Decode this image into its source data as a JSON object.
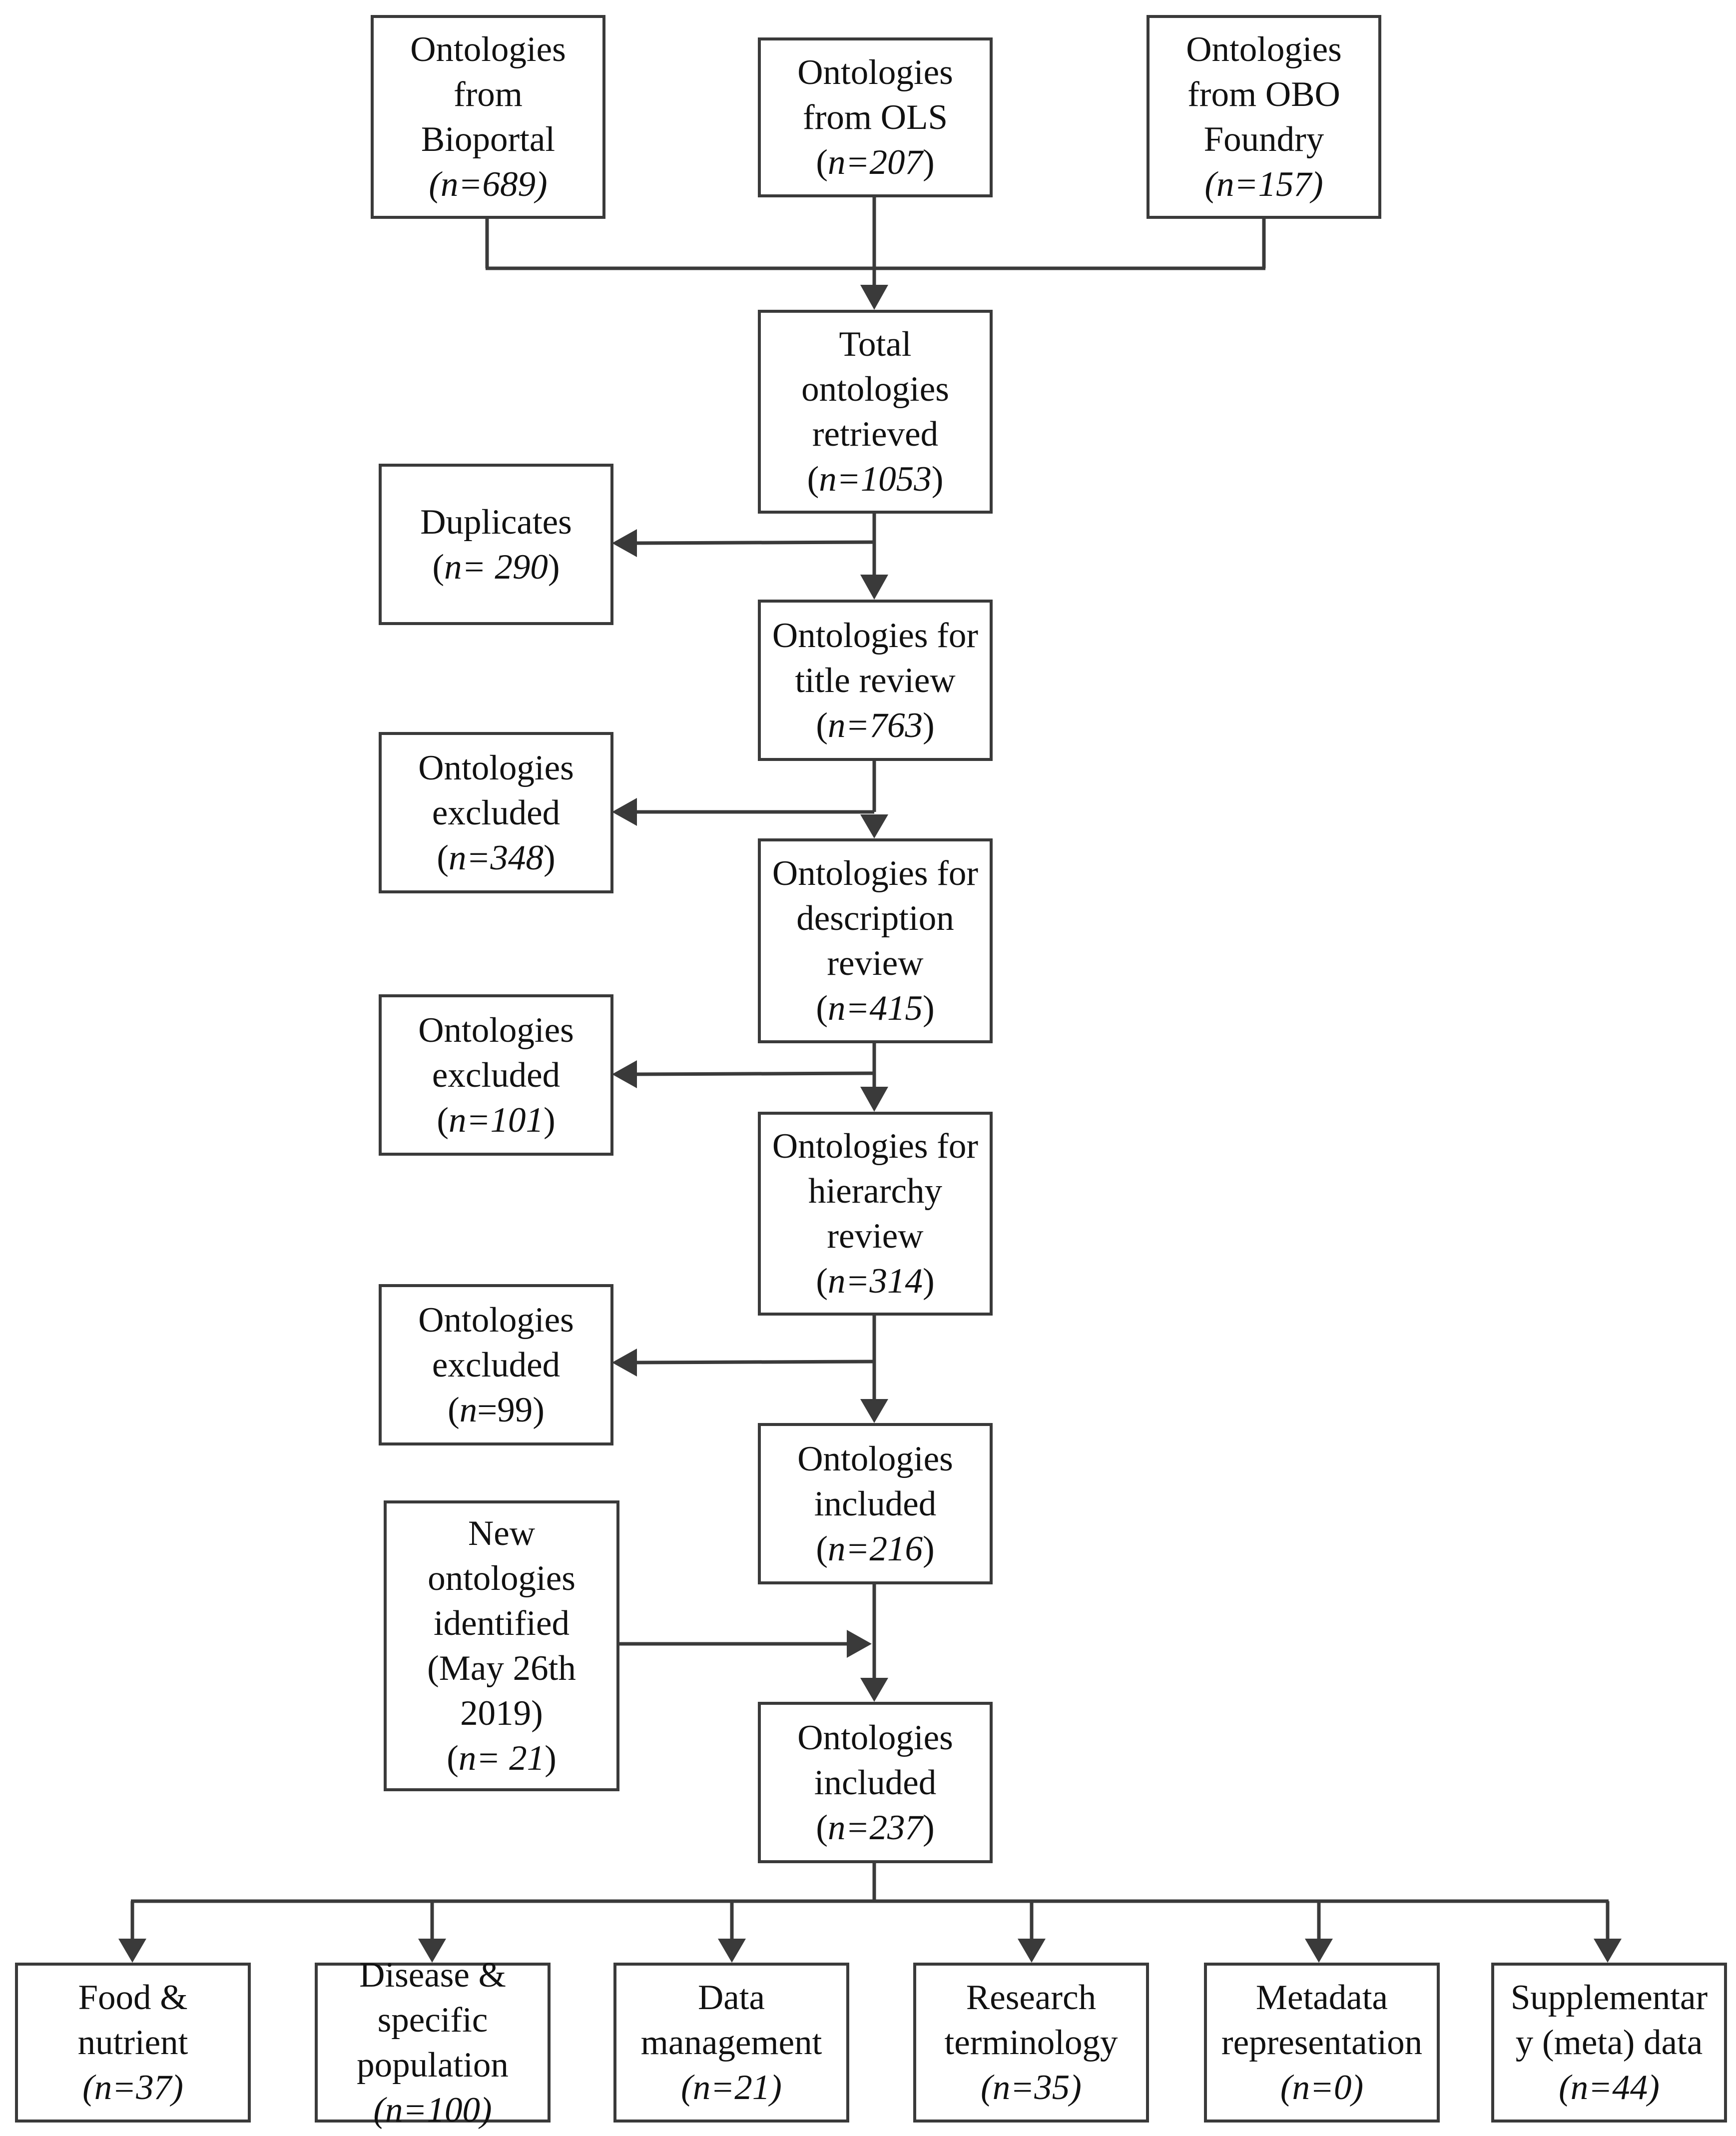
{
  "sources": {
    "bioportal": {
      "lines": [
        "Ontologies",
        "from",
        "Bioportal"
      ],
      "count": "(n=689)"
    },
    "ols": {
      "lines": [
        "Ontologies",
        "from OLS"
      ],
      "count_open": "(",
      "count_var": "n=207",
      "count_close": ")"
    },
    "obo": {
      "lines": [
        "Ontologies",
        "from OBO",
        "Foundry"
      ],
      "count": "(n=157)"
    }
  },
  "flow": {
    "total": {
      "lines": [
        "Total",
        "ontologies",
        "retrieved"
      ],
      "count_open": "(",
      "count_var": "n=1053",
      "count_close": ")"
    },
    "duplicates": {
      "lines": [
        "Duplicates"
      ],
      "count_open": "(",
      "count_var": "n= 290",
      "count_close": ")"
    },
    "title_review": {
      "lines": [
        "Ontologies for",
        "title review"
      ],
      "count_open": "(",
      "count_var": "n=763",
      "count_close": ")"
    },
    "excluded_1": {
      "lines": [
        "Ontologies",
        "excluded"
      ],
      "count_open": "(",
      "count_var": "n=348",
      "count_close": ")"
    },
    "description_review": {
      "lines": [
        "Ontologies for",
        "description",
        "review"
      ],
      "count_open": "(",
      "count_var": "n=415",
      "count_close": ")"
    },
    "excluded_2": {
      "lines": [
        "Ontologies",
        "excluded"
      ],
      "count_open": "(",
      "count_var": "n=101",
      "count_close": ")"
    },
    "hierarchy_review": {
      "lines": [
        "Ontologies for",
        "hierarchy",
        "review"
      ],
      "count_open": "(",
      "count_var": "n=314",
      "count_close": ")"
    },
    "excluded_3": {
      "lines": [
        "Ontologies",
        "excluded"
      ],
      "count_open": "(",
      "count_var": "n",
      "count_close": "=99)"
    },
    "included_1": {
      "lines": [
        "Ontologies",
        "included"
      ],
      "count_open": "(",
      "count_var": "n=216",
      "count_close": ")"
    },
    "new_ontologies": {
      "lines": [
        "New",
        "ontologies",
        "identified",
        "(May 26th",
        "2019)"
      ],
      "count_open": "(",
      "count_var": "n= 21",
      "count_close": ")"
    },
    "included_2": {
      "lines": [
        "Ontologies",
        "included"
      ],
      "count_open": "(",
      "count_var": "n=237",
      "count_close": ")"
    }
  },
  "categories": [
    {
      "lines": [
        "Food &",
        "nutrient"
      ],
      "count": "(n=37)"
    },
    {
      "lines": [
        "Disease &",
        "specific",
        "population"
      ],
      "count": "(n=100)"
    },
    {
      "lines": [
        "Data",
        "management"
      ],
      "count": "(n=21)"
    },
    {
      "lines": [
        "Research",
        "terminology"
      ],
      "count": "(n=35)"
    },
    {
      "lines": [
        "Metadata",
        "representation"
      ],
      "count": "(n=0)"
    },
    {
      "lines": [
        "Supplementar",
        "y (meta) data"
      ],
      "count": "(n=44)"
    }
  ],
  "colors": {
    "stroke": "#3a3a3a",
    "text": "#111111",
    "background": "#ffffff"
  }
}
